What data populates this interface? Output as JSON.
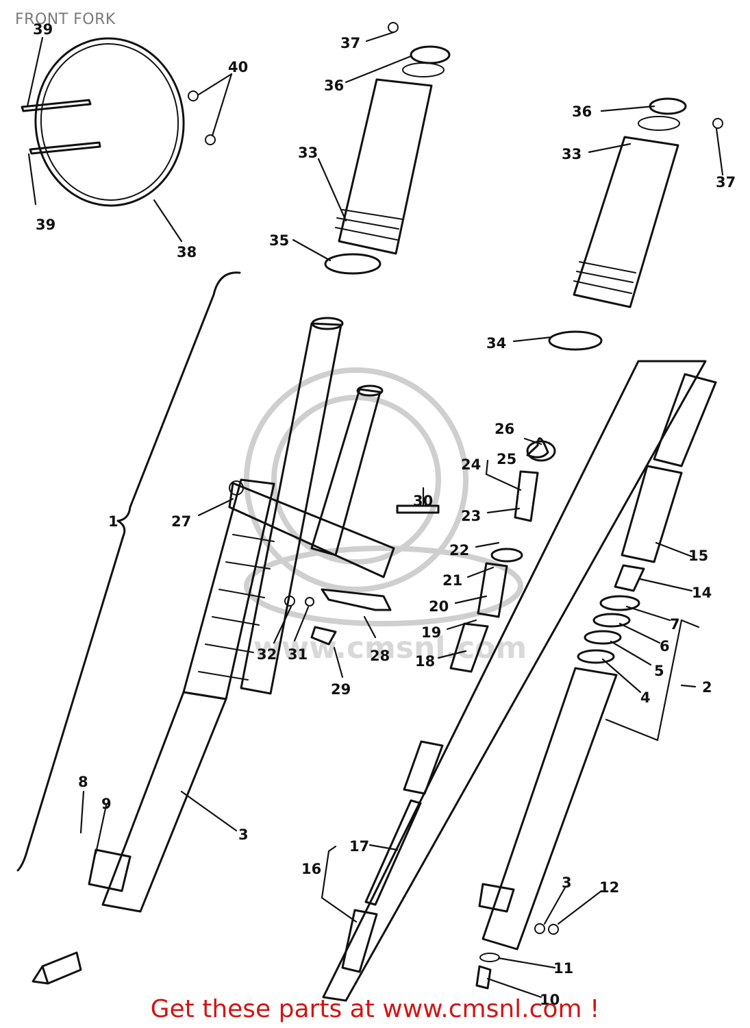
{
  "title": "FRONT FORK",
  "footer": "Get these parts at www.cmsnl.com !",
  "watermark": "www.cmsnl.com",
  "callouts": {
    "c1": "1",
    "c2": "2",
    "c3": "3",
    "c3b": "3",
    "c4": "4",
    "c5": "5",
    "c6": "6",
    "c7": "7",
    "c8": "8",
    "c9": "9",
    "c10": "10",
    "c11": "11",
    "c12": "12",
    "c14": "14",
    "c15": "15",
    "c16": "16",
    "c17": "17",
    "c18": "18",
    "c19": "19",
    "c20": "20",
    "c21": "21",
    "c22": "22",
    "c23": "23",
    "c24": "24",
    "c25": "25",
    "c26": "26",
    "c27": "27",
    "c28": "28",
    "c29": "29",
    "c30": "30",
    "c31": "31",
    "c32": "32",
    "c33a": "33",
    "c33b": "33",
    "c34": "34",
    "c35": "35",
    "c36a": "36",
    "c36b": "36",
    "c37a": "37",
    "c37b": "37",
    "c38": "38",
    "c39a": "39",
    "c39b": "39",
    "c40": "40"
  },
  "colors": {
    "footer": "#d21414",
    "title": "#7a7a7a",
    "lines": "#111111",
    "watermark": "#d0d0d0"
  }
}
